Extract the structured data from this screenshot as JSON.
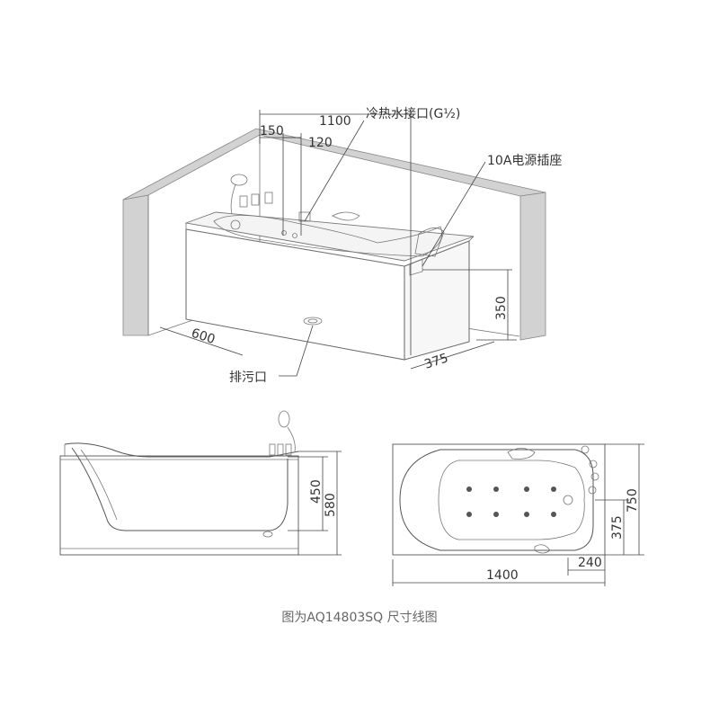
{
  "labels": {
    "water_inlet": "冷热水接口(G½)",
    "power_socket": "10A电源插座",
    "drain": "排污口"
  },
  "dimensions": {
    "top_total": "1100",
    "top_a": "150",
    "top_b": "120",
    "height_socket": "350",
    "wall_depth": "600",
    "depth_offset": "375",
    "side_inner_h": "450",
    "side_total_h": "580",
    "plan_width": "1400",
    "plan_height": "750",
    "plan_h_offset": "375",
    "plan_w_offset": "240"
  },
  "caption": "图为AQ14803SQ 尺寸线图"
}
